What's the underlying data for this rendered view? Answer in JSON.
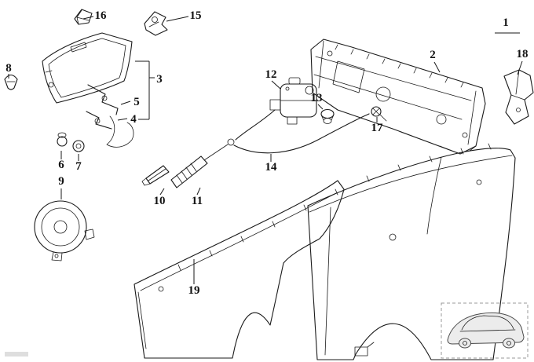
{
  "page": {
    "background": "#ffffff",
    "line_color": "#1a1a1a",
    "accent_gray": "#8a8a8a"
  },
  "diagram": {
    "kind": "exploded-parts-line-drawing",
    "description_icons": {
      "thumbnail": "car-sedan-thumbnail-icon"
    },
    "labels": [
      {
        "part": 1,
        "text": "1"
      },
      {
        "part": 2,
        "text": "2"
      },
      {
        "part": 3,
        "text": "3"
      },
      {
        "part": 4,
        "text": "4"
      },
      {
        "part": 5,
        "text": "5"
      },
      {
        "part": 6,
        "text": "6"
      },
      {
        "part": 7,
        "text": "7"
      },
      {
        "part": 8,
        "text": "8"
      },
      {
        "part": 9,
        "text": "9"
      },
      {
        "part": 10,
        "text": "10"
      },
      {
        "part": 11,
        "text": "11"
      },
      {
        "part": 12,
        "text": "12"
      },
      {
        "part": 13,
        "text": "13"
      },
      {
        "part": 14,
        "text": "14"
      },
      {
        "part": 15,
        "text": "15"
      },
      {
        "part": 16,
        "text": "16"
      },
      {
        "part": 17,
        "text": "17"
      },
      {
        "part": 18,
        "text": "18"
      },
      {
        "part": 19,
        "text": "19"
      }
    ]
  }
}
